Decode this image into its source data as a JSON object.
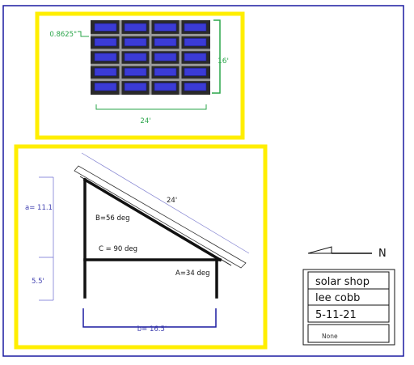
{
  "plan_view": {
    "panel_spacing_label": "0.8625\"",
    "depth_label": "16'",
    "width_label": "24'",
    "panel_rows": 5,
    "panel_cols": 4
  },
  "side_view": {
    "hypotenuse_label": "24'",
    "angle_b_label": "B=56 deg",
    "angle_c_label": "C = 90 deg",
    "angle_a_label": "A=34 deg",
    "side_a_label": "a= 11.1",
    "lower_height_label": "5.5'",
    "side_b_label": "b= 16.5'"
  },
  "north_arrow": {
    "label": "N"
  },
  "title_block": {
    "company": "solar shop",
    "author": "lee cobb",
    "date": "5-11-21",
    "extra": "None"
  },
  "colors": {
    "frame_border": "#1a1aa0",
    "highlight_yellow": "#ffee00",
    "panel_blue": "#3b3bd6",
    "panel_grid": "#2a2a2a",
    "dim_green": "#2aa54a",
    "dim_blue": "#4040b0",
    "structure": "#111111"
  }
}
